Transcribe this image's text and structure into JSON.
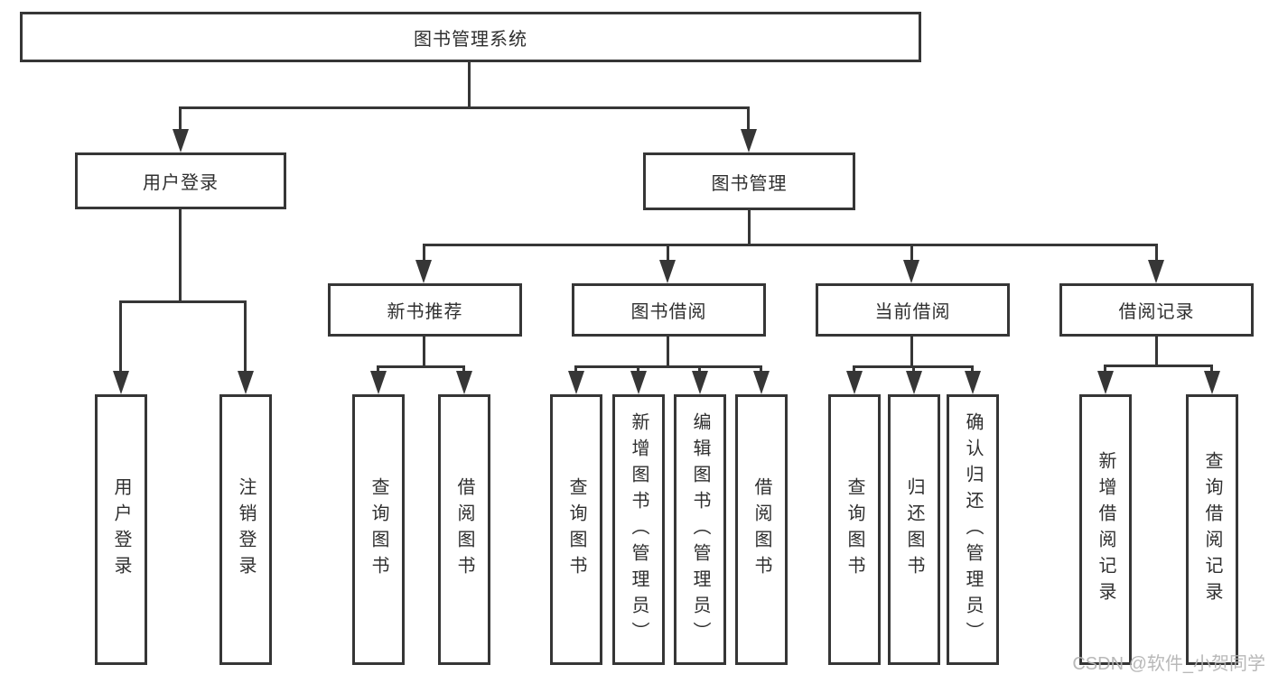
{
  "diagram": {
    "root": {
      "label": "图书管理系统"
    },
    "level2": [
      {
        "label": "用户登录"
      },
      {
        "label": "图书管理"
      }
    ],
    "level3": [
      {
        "label": "新书推荐"
      },
      {
        "label": "图书借阅"
      },
      {
        "label": "当前借阅"
      },
      {
        "label": "借阅记录"
      }
    ],
    "leaves": [
      {
        "label": "用户登录"
      },
      {
        "label": "注销登录"
      },
      {
        "label": "查询图书"
      },
      {
        "label": "借阅图书"
      },
      {
        "label": "查询图书"
      },
      {
        "label": "新增图书（管理员）"
      },
      {
        "label": "编辑图书（管理员）"
      },
      {
        "label": "借阅图书"
      },
      {
        "label": "查询图书"
      },
      {
        "label": "归还图书"
      },
      {
        "label": "确认归还（管理员）"
      },
      {
        "label": "新增借阅记录"
      },
      {
        "label": "查询借阅记录"
      }
    ]
  },
  "watermark": {
    "text": "CSDN @软件_小贺同学"
  },
  "colors": {
    "line": "#363636",
    "text": "#2f2f2f",
    "watermark": "#b3b3b3",
    "background": "#ffffff"
  }
}
